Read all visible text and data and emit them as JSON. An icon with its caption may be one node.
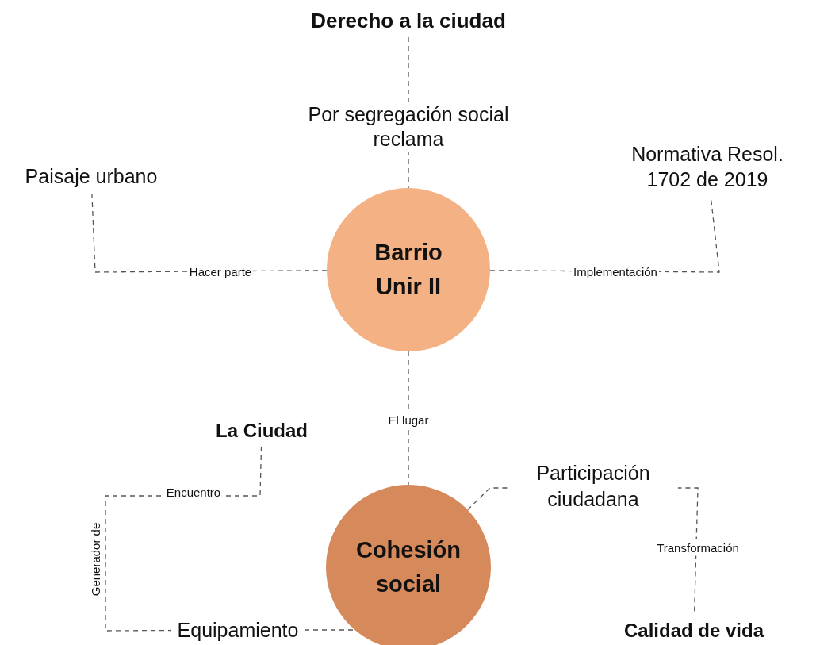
{
  "diagram": {
    "nodes": [
      {
        "text": [
          "Derecho a la ciudad"
        ]
      },
      {
        "text": [
          "Paisaje urbano"
        ]
      },
      {
        "text": [
          "Normativa Resol. 1702 de 2019"
        ]
      },
      {
        "text": [
          "Barrio Unir II"
        ]
      },
      {
        "text": [
          "La Ciudad"
        ]
      },
      {
        "text": [
          "Cohesión social"
        ]
      },
      {
        "text": [
          "Equipamiento"
        ]
      },
      {
        "text": [
          "Calidad de vida"
        ]
      }
    ],
    "edges": [
      {
        "from": 0,
        "to": 3,
        "arrow": "none",
        "style": "dashed",
        "label": "Por segregación social reclama"
      },
      {
        "from": 3,
        "to": 1,
        "arrow": "none",
        "style": "dashed",
        "label": "Hacer parte"
      },
      {
        "from": 3,
        "to": 2,
        "arrow": "none",
        "style": "dashed",
        "label": "Implementación"
      },
      {
        "from": 3,
        "to": 5,
        "arrow": "none",
        "style": "dashed",
        "label": "El lugar"
      },
      {
        "from": 4,
        "to": 6,
        "arrow": "none",
        "style": "dashed",
        "label": "Encuentro"
      },
      {
        "from": 6,
        "to": 5,
        "arrow": "none",
        "style": "dashed"
      },
      {
        "from": 5,
        "to": 7,
        "arrow": "none",
        "style": "dashed",
        "label": "Participación ciudadana"
      }
    ],
    "labels": [
      "Generador de",
      "Transformación"
    ]
  }
}
